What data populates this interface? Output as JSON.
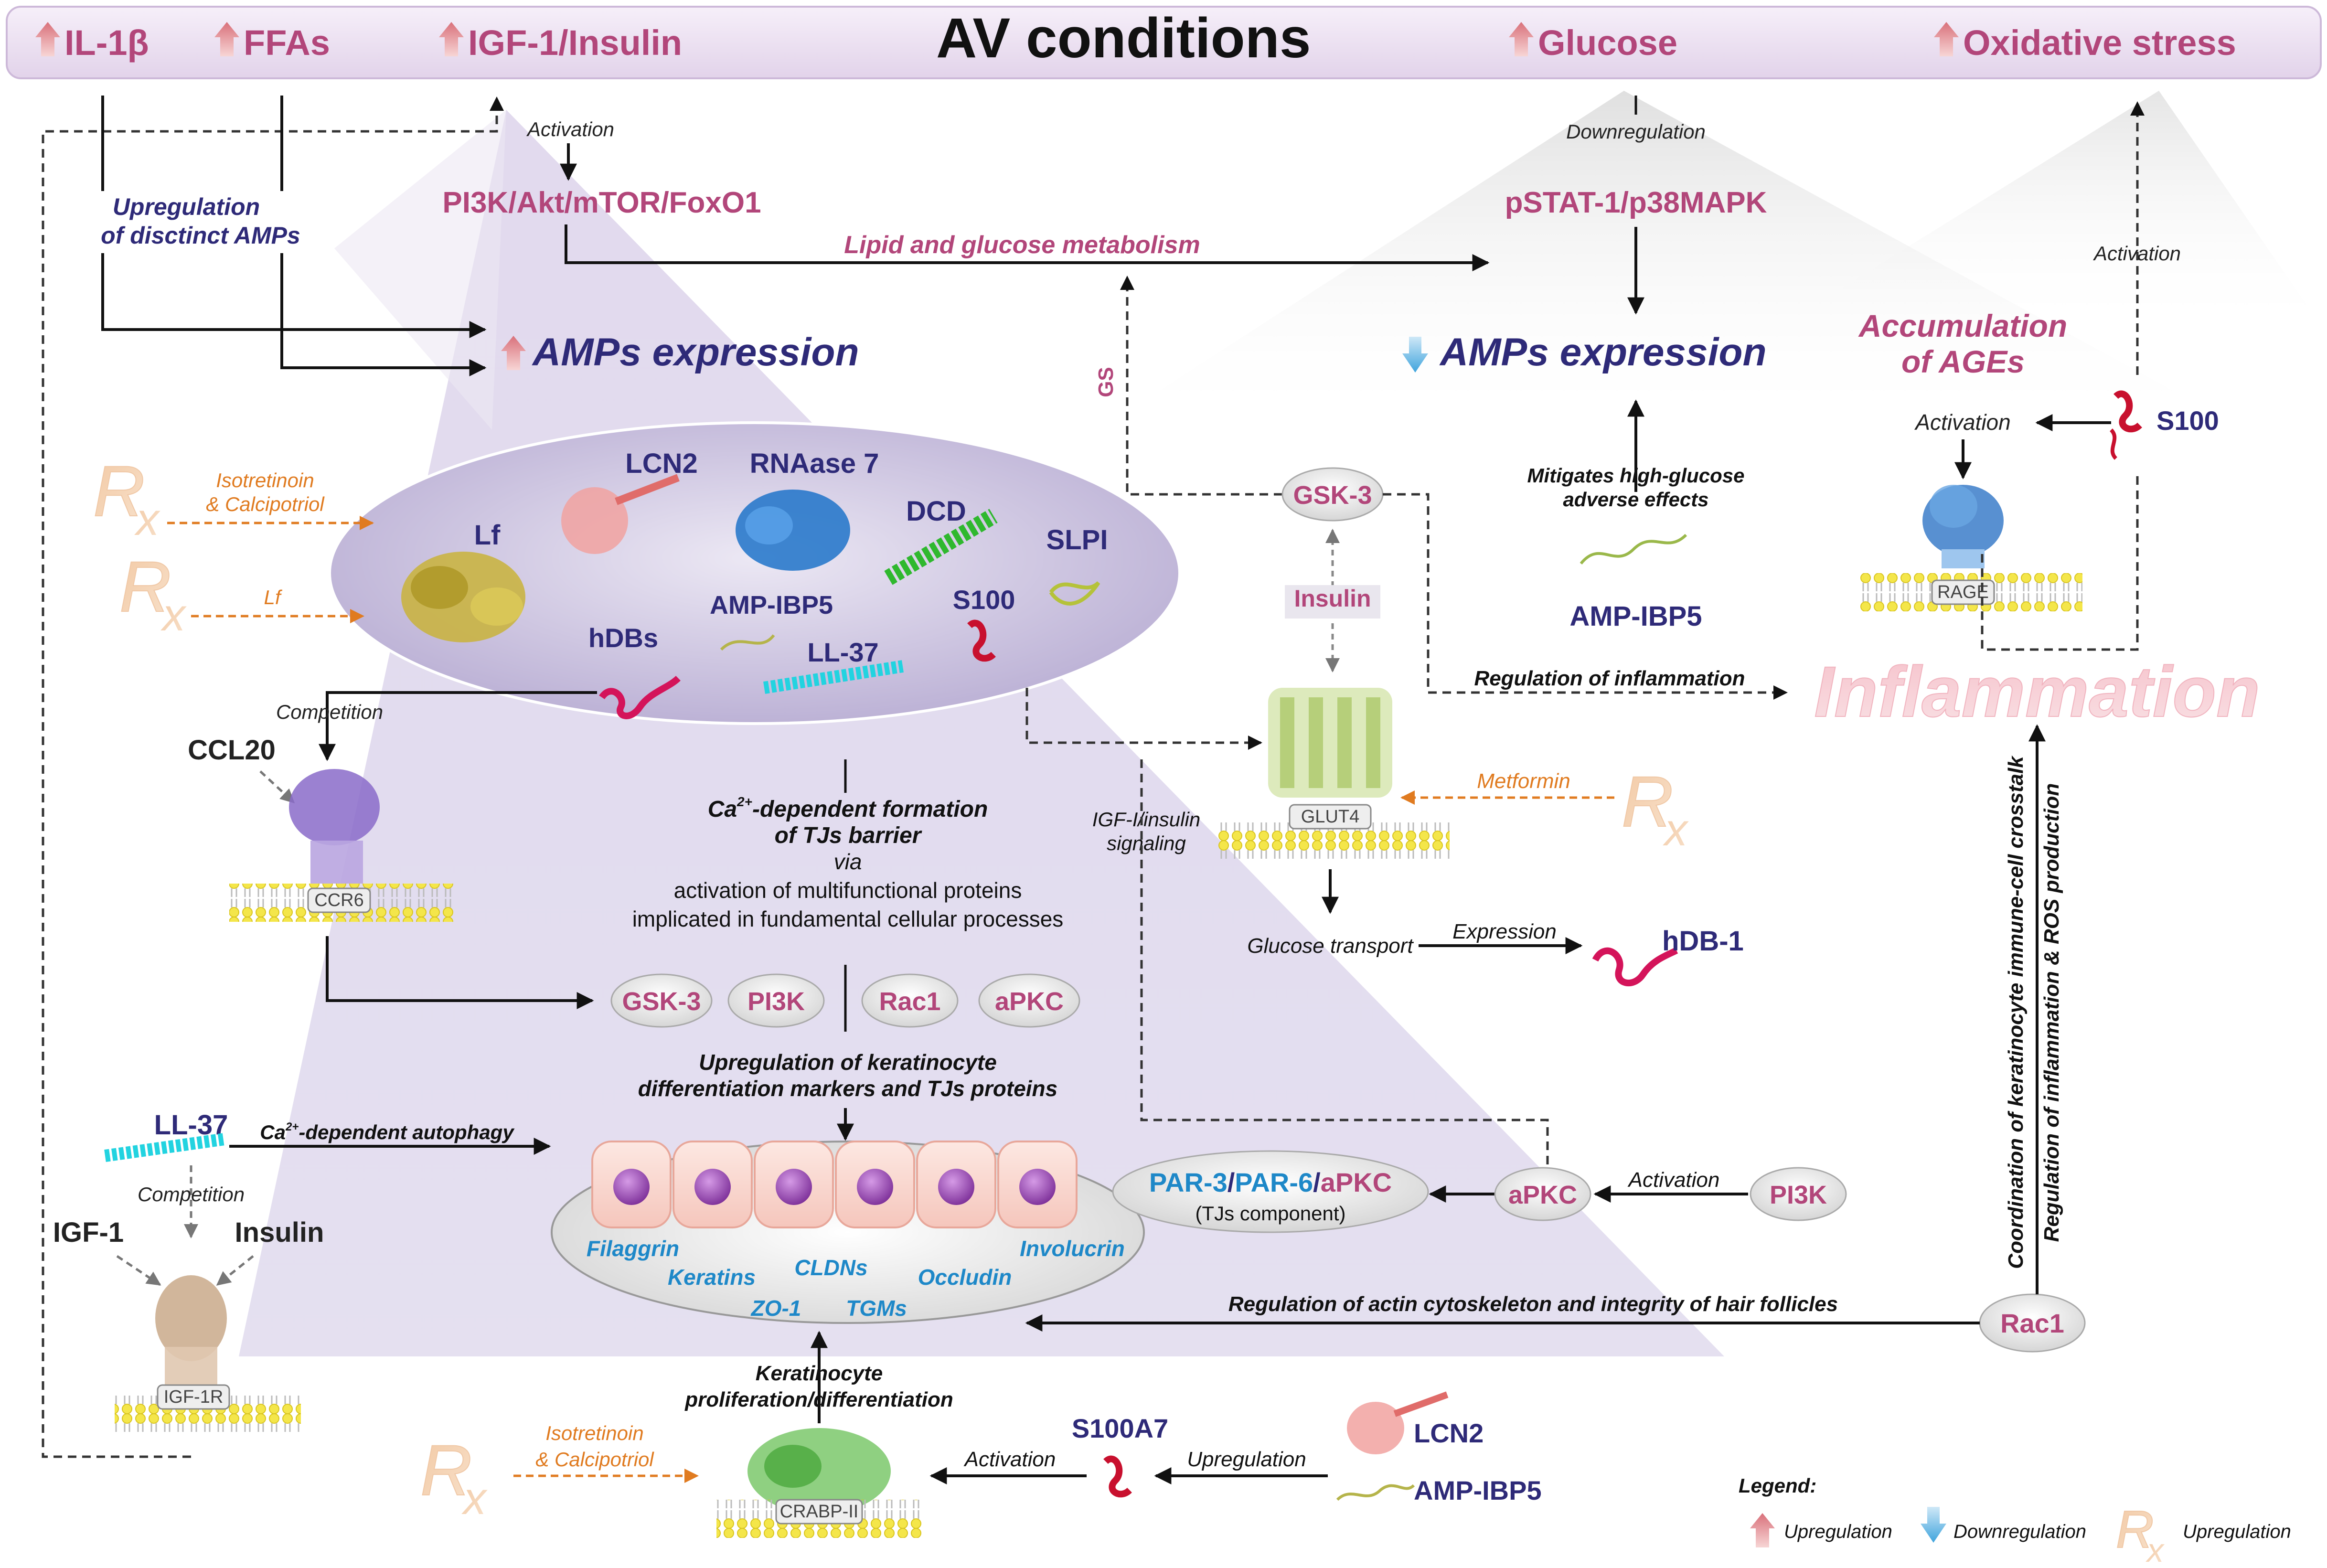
{
  "header": {
    "title": "AV conditions",
    "factors": [
      {
        "label": "IL-1β"
      },
      {
        "label": "FFAs"
      },
      {
        "label": "IGF-1",
        "label2": "/Insulin"
      },
      {
        "label": "Glucose"
      },
      {
        "label": "Oxidative stress"
      }
    ]
  },
  "left_branch": {
    "upreg_line1": "Upregulation",
    "upreg_line2": "of disctinct AMPs",
    "activation": "Activation",
    "pathway": "PI3K/Akt/mTOR/FoxO1",
    "lipid_glucose": "Lipid and glucose metabolism",
    "amps_expression": "AMPs expression"
  },
  "right_branch": {
    "downregulation": "Downregulation",
    "pathway": "pSTAT-1/p38MAPK",
    "amps_expression": "AMPs expression",
    "mitigates_line1": "Mitigates high-glucose",
    "mitigates_line2": "adverse effects",
    "amp_ibp5": "AMP-IBP5",
    "activation_top": "Activation",
    "accumulation_line1": "Accumulation",
    "accumulation_line2": "of AGEs",
    "activation_s100": "Activation",
    "s100": "S100",
    "rage": "RAGE",
    "inflammation": "Inflammation"
  },
  "ellipse": {
    "lf": "Lf",
    "lcn2": "LCN2",
    "rnaase7": "RNAase 7",
    "dcd": "DCD",
    "slpi": "SLPI",
    "ampibp5": "AMP-IBP5",
    "s100": "S100",
    "hdbs": "hDBs",
    "ll37": "LL-37"
  },
  "rx": {
    "symbol": "R",
    "subscript": "x",
    "isotretinoin_1": "Isotretinoin",
    "isotretinoin_2": "& Calcipotriol",
    "lf": "Lf",
    "metformin": "Metformin",
    "isotretinoin_bottom_1": "Isotretinoin",
    "isotretinoin_bottom_2": "& Calcipotriol"
  },
  "middle": {
    "competition": "Competition",
    "ccl20": "CCL20",
    "ccr6": "CCR6",
    "ca_line1": "Ca",
    "ca_sup": "2+",
    "ca_line1b": "-dependent formation",
    "ca_line2": "of TJs barrier",
    "via": "via",
    "activation_line1": "activation of multifunctional proteins",
    "activation_line2": "implicated in fundamental cellular processes",
    "chips": [
      "GSK-3",
      "PI3K",
      "Rac1",
      "aPKC"
    ],
    "upreg_line1": "Upregulation of keratinocyte",
    "upreg_line2": "differentiation markers and TJs proteins"
  },
  "center_right": {
    "gs": "GS",
    "gsk3": "GSK-3",
    "insulin": "Insulin",
    "regulation_inflammation": "Regulation of inflammation",
    "igf_signaling_1": "IGF-I/insulin",
    "igf_signaling_2": "signaling",
    "glut4": "GLUT4",
    "glucose_transport": "Glucose transport",
    "expression": "Expression",
    "hdb1": "hDB-1"
  },
  "lower_left": {
    "ll37": "LL-37",
    "ca_autophagy_pre": "Ca",
    "ca_autophagy_sup": "2+",
    "ca_autophagy_post": "-dependent autophagy",
    "competition": "Competition",
    "igf1": "IGF-1",
    "insulin": "Insulin",
    "igf1r": "IGF-1R"
  },
  "cell_layer": {
    "markers": [
      "Filaggrin",
      "Keratins",
      "CLDNs",
      "Occludin",
      "Involucrin",
      "ZO-1",
      "TGMs"
    ],
    "par_1": "PAR-3",
    "par_2": "PAR-6",
    "par_3": "aPKC",
    "tjs": "(TJs component)",
    "apkc": "aPKC",
    "activation": "Activation",
    "pi3k": "PI3K",
    "actin": "Regulation of actin cytoskeleton and integrity of hair follicles",
    "rac1": "Rac1",
    "vertical_1": "Coordination of keratinocyte  immune-cell crosstalk",
    "vertical_2": "Regulation of inflammation & ROS production"
  },
  "bottom": {
    "prolif_1": "Keratinocyte",
    "prolif_2": "proliferation/differentiation",
    "crabp": "CRABP-II",
    "activation": "Activation",
    "s100a7": "S100A7",
    "upregulation": "Upregulation",
    "lcn2": "LCN2",
    "ampibp5": "AMP-IBP5"
  },
  "legend": {
    "title": "Legend:",
    "up": "Upregulation",
    "down": "Downregulation",
    "rx": "Upregulation"
  },
  "colors": {
    "purple_text": "#b2467a",
    "navy_text": "#2e2a78",
    "blue_text": "#1e88c8",
    "orange_text": "#e07b20",
    "band": "#efe5f4",
    "ellipse": "#c9bedf"
  }
}
